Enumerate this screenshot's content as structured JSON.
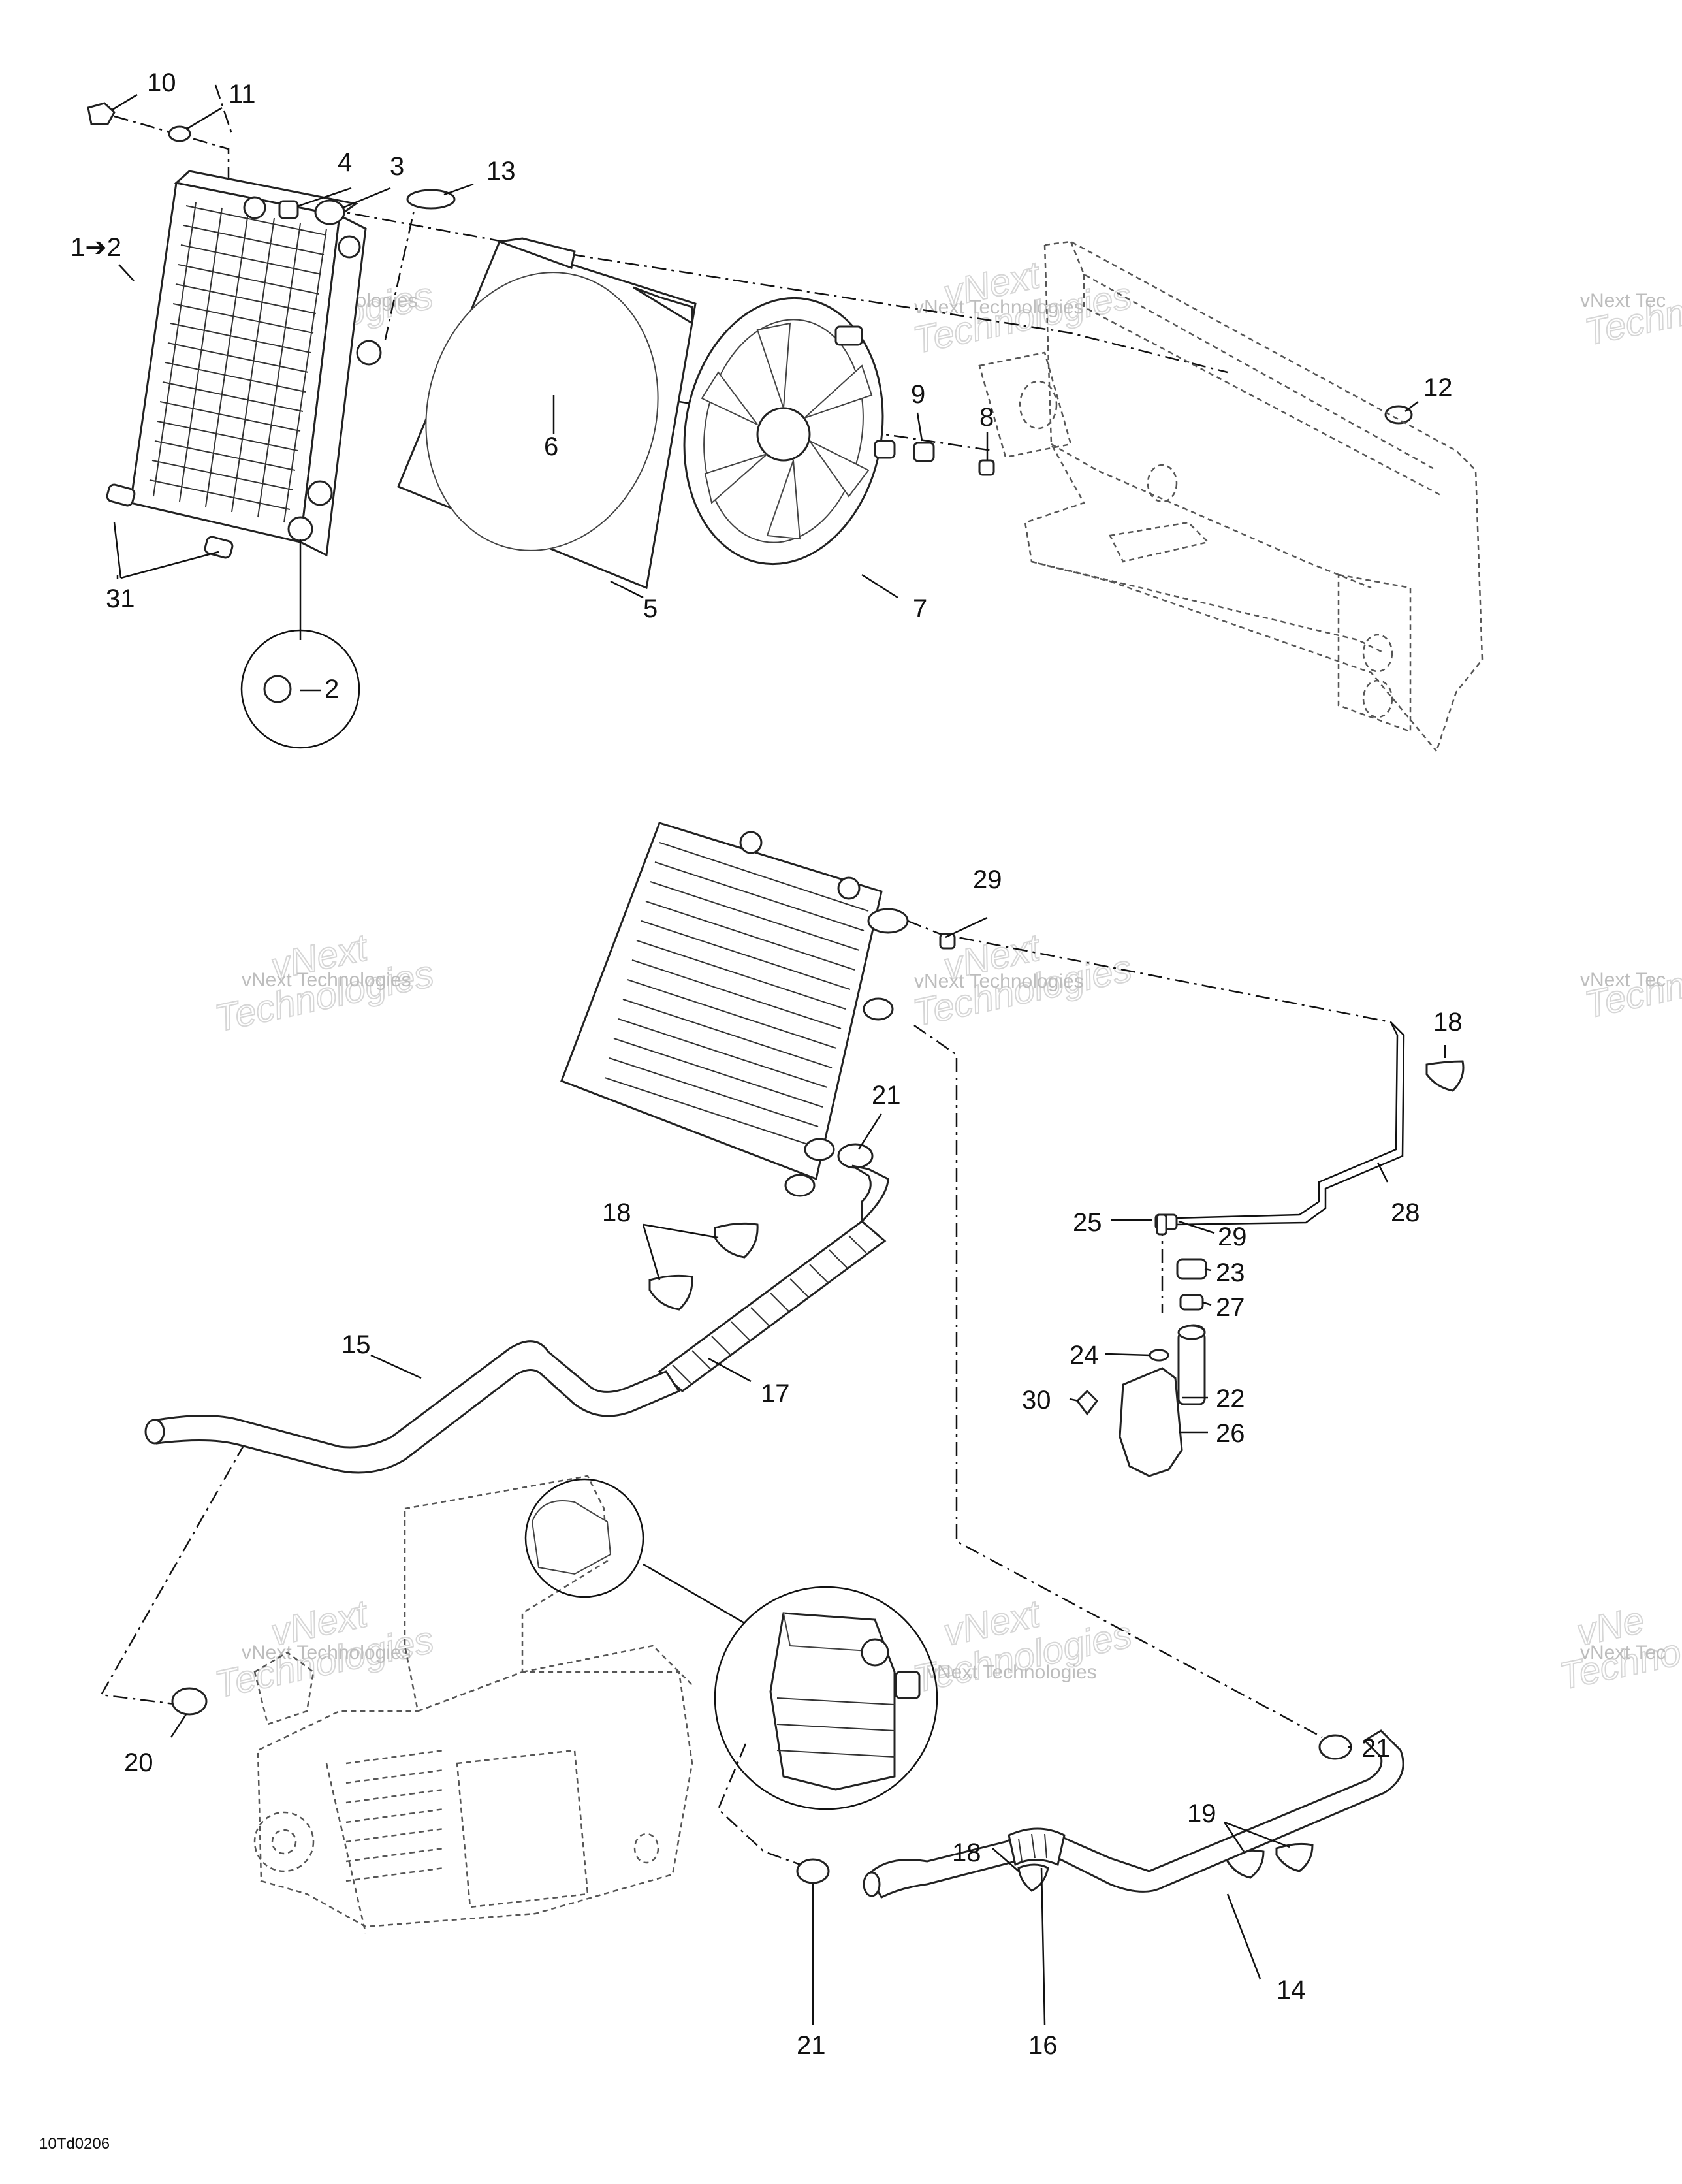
{
  "figure_code": "10Td0206",
  "watermark": {
    "line1": "vNext Technologies",
    "line2a": "vNext",
    "line2b": "Technologies",
    "partial1": "vNext Tec",
    "partial2": "Technol",
    "partial3": "vNe"
  },
  "callouts": {
    "c10": "10",
    "c11": "11",
    "c4": "4",
    "c3": "3",
    "c13": "13",
    "c1_2": "1➔2",
    "c6": "6",
    "c9": "9",
    "c8": "8",
    "c12": "12",
    "c31": "31",
    "c5": "5",
    "c7": "7",
    "c2": "2",
    "c29a": "29",
    "c18a": "18",
    "c21a": "21",
    "c18b": "18",
    "c15": "15",
    "c17": "17",
    "c28": "28",
    "c25": "25",
    "c29b": "29",
    "c23": "23",
    "c27": "27",
    "c24": "24",
    "c22": "22",
    "c30": "30",
    "c26": "26",
    "c21b": "21",
    "c19": "19",
    "c18c": "18",
    "c20": "20",
    "c14": "14",
    "c21c": "21",
    "c16": "16"
  }
}
